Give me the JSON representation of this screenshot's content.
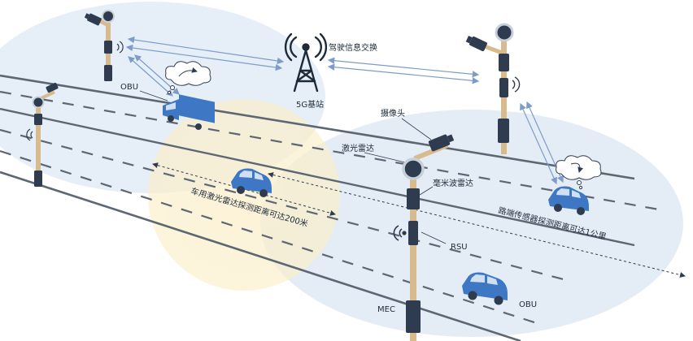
{
  "labels": {
    "info_exchange": "驾驶信息交换",
    "base_station": "5G基站",
    "obu_left": "OBU",
    "camera": "摄像头",
    "lidar": "激光雷达",
    "mmwave_radar": "毫米波雷达",
    "rsu": "RSU",
    "mec": "MEC",
    "obu_bottom": "OBU",
    "vehicle_lidar_range": "车用激光雷达探测距离可达200米",
    "roadside_sensor_range": "路端传感器探测距离可达1公里"
  },
  "colors": {
    "road_line": "#5d6673",
    "pole": "#d8bb8c",
    "vehicle": "#3e78c4",
    "device": "#2f3b4f",
    "link_arrow": "#7d9cc9",
    "coverage_blue": "#dbe8f4",
    "coverage_yellow": "#fbeec7"
  },
  "icons": [
    "camera-icon",
    "lidar-icon",
    "signal-wave-icon",
    "cell-tower-icon",
    "thought-cloud-icon",
    "car-icon",
    "truck-icon",
    "server-icon"
  ]
}
